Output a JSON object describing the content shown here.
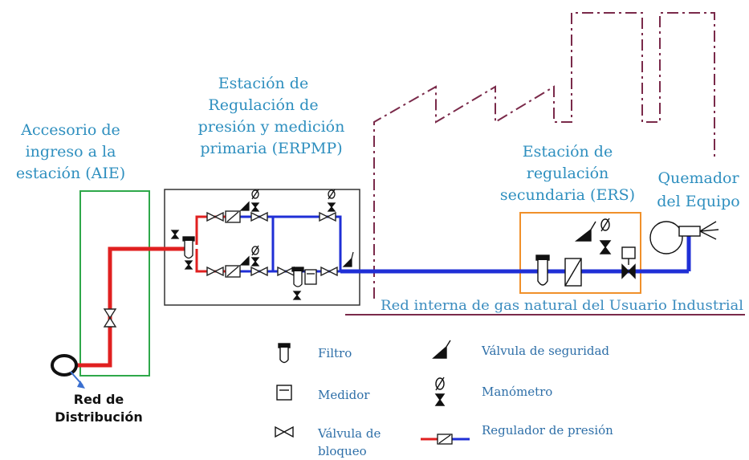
{
  "labels": {
    "aie": [
      "Accesorio de",
      "ingreso a la",
      "estación (AIE)"
    ],
    "erpmp": [
      "Estación de",
      "Regulación de",
      "presión y medición",
      "primaria (ERPMP)"
    ],
    "ers": [
      "Estación de",
      "regulación",
      "secundaria (ERS)"
    ],
    "burner": [
      "Quemador",
      "del Equipo"
    ],
    "red_interna": "Red interna de gas natural del Usuario Industrial",
    "red_distribucion": [
      "Red de",
      "Distribución"
    ]
  },
  "legend": {
    "filtro": "Filtro",
    "medidor": "Medidor",
    "valvula_bloqueo": [
      "Válvula de",
      "bloqueo"
    ],
    "valvula_seguridad": "Válvula de seguridad",
    "manometro": "Manómetro",
    "regulador": "Regulador de presión"
  },
  "colors": {
    "high_pressure_line": "#e02020",
    "low_pressure_line": "#1f2fd6",
    "aie_box": "#2ea84a",
    "ers_box": "#f0902a",
    "building_outline": "#7a2a4a",
    "label_text": "#2e8fbf"
  }
}
